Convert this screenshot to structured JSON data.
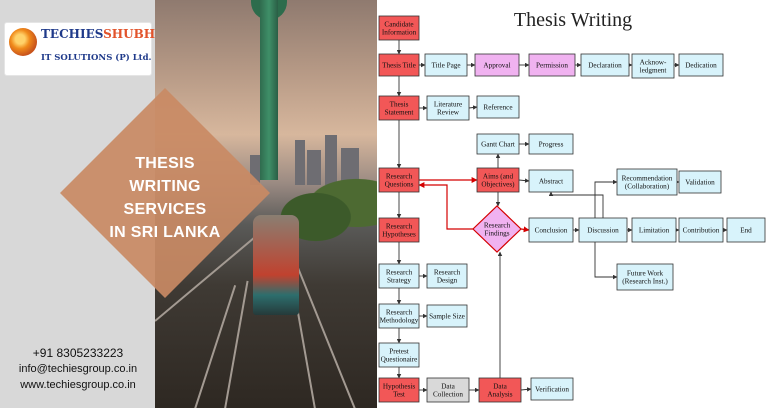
{
  "logo": {
    "name_part1": "TECHIES",
    "name_part2": "SHUBH DEEP",
    "subtitle": "IT SOLUTIONS (P) Ltd."
  },
  "headline": {
    "line1": "THESIS",
    "line2": "WRITING",
    "line3": "SERVICES",
    "line4": "IN SRI LANKA"
  },
  "contact": {
    "phone": "+91 8305233223",
    "email": "info@techiesgroup.co.in",
    "website": "www.techiesgroup.co.in"
  },
  "diagram": {
    "title": "Thesis Writing",
    "nodes": {
      "candidate": [
        "Candidate",
        "Information"
      ],
      "thesis_title": [
        "Thesis Title"
      ],
      "title_page": [
        "Title Page"
      ],
      "approval": [
        "Approval"
      ],
      "permission": [
        "Permission"
      ],
      "declaration": [
        "Declaration"
      ],
      "acknowledgement": [
        "Acknow-",
        "ledgment"
      ],
      "dedication": [
        "Dedication"
      ],
      "thesis_statement": [
        "Thesis",
        "Statement"
      ],
      "literature_review": [
        "Literature",
        "Review"
      ],
      "reference": [
        "Reference"
      ],
      "gantt_chart": [
        "Gantt Chart"
      ],
      "progress": [
        "Progress"
      ],
      "research_questions": [
        "Research",
        "Questions"
      ],
      "aims": [
        "Aims (and",
        "Objectives)"
      ],
      "abstract": [
        "Abstract"
      ],
      "recommendation": [
        "Recommendation",
        "(Collaboration)"
      ],
      "validation": [
        "Validation"
      ],
      "research_hypotheses": [
        "Research",
        "Hypotheses"
      ],
      "research_findings": [
        "Research",
        "Findings"
      ],
      "conclusion": [
        "Conclusion"
      ],
      "discussion": [
        "Discussion"
      ],
      "limitation": [
        "Limitation"
      ],
      "contribution": [
        "Contribution"
      ],
      "end": [
        "End"
      ],
      "research_strategy": [
        "Research",
        "Strategy"
      ],
      "research_design": [
        "Research",
        "Design"
      ],
      "future_work": [
        "Future Work",
        "(Research Inst.)"
      ],
      "research_methodology": [
        "Research",
        "Methodology"
      ],
      "sample_size": [
        "Sample Size"
      ],
      "pretest": [
        "Pretest",
        "Questionaire"
      ],
      "hypothesis_test": [
        "Hypothesis",
        "Test"
      ],
      "data_collection": [
        "Data",
        "Collection"
      ],
      "data_analysis": [
        "Data",
        "Analysis"
      ],
      "verification": [
        "Verification"
      ]
    },
    "colors": {
      "red_node": "#f25757",
      "blue_node": "#d8f3fb",
      "purple_node": "#f0b2f0",
      "grey_node": "#d9d9d9",
      "red_line": "#d40000"
    }
  }
}
